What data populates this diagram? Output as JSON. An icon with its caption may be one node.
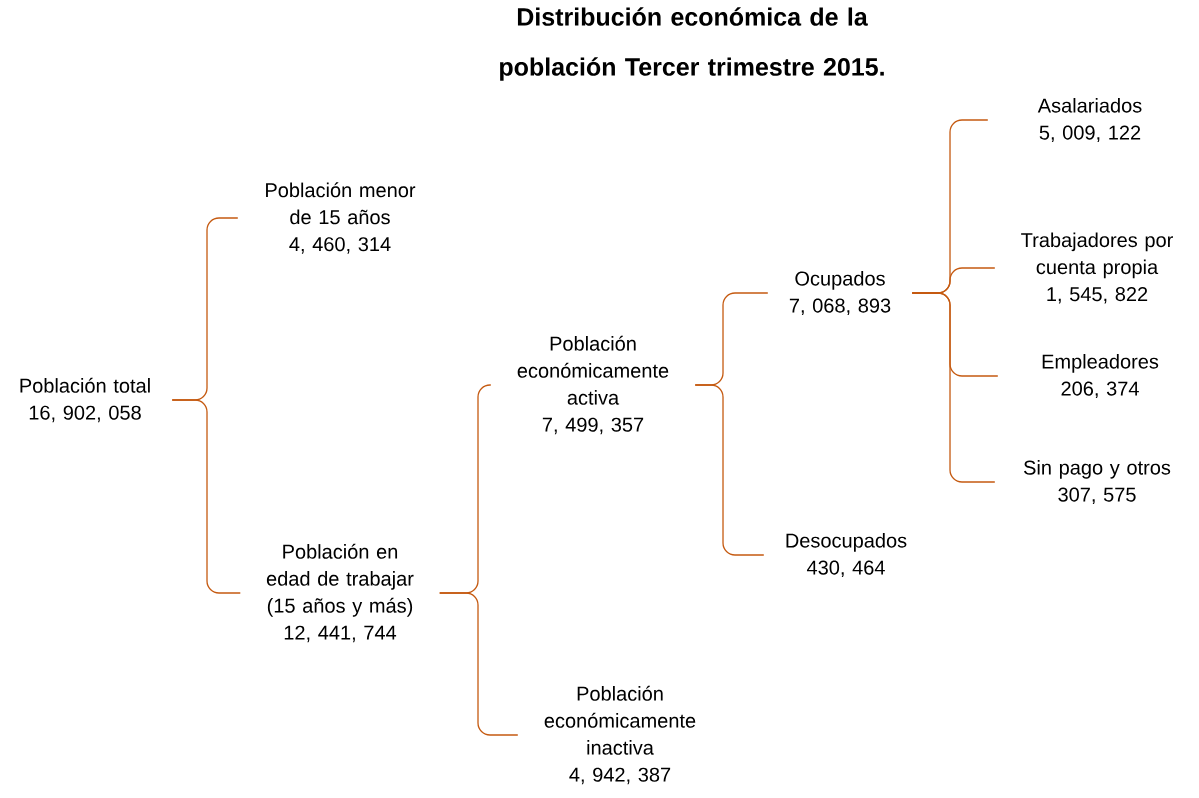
{
  "diagram": {
    "title": "Distribución económica de la población Tercer trimestre 2015.",
    "nodes": [
      {
        "text": [
          "Población total",
          "16, 902, 058"
        ]
      },
      {
        "text": [
          "Población menor de 15 años",
          "4, 460, 314"
        ]
      },
      {
        "text": [
          "Población en edad de trabajar (15 años y más)",
          "12, 441, 744"
        ]
      },
      {
        "text": [
          "Población económicamente activa",
          "7, 499, 357"
        ]
      },
      {
        "text": [
          "Población económicamente inactiva",
          "4, 942, 387"
        ]
      },
      {
        "text": [
          "Ocupados",
          "7, 068, 893"
        ]
      },
      {
        "text": [
          "Desocupados",
          "430, 464"
        ]
      },
      {
        "text": [
          "Asalariados",
          "5, 009, 122"
        ]
      },
      {
        "text": [
          "Trabajadores por cuenta propia",
          "1, 545, 822"
        ]
      },
      {
        "text": [
          "Empleadores",
          "206, 374"
        ]
      },
      {
        "text": [
          "Sin pago y otros",
          "307, 575"
        ]
      }
    ],
    "edges": [
      {
        "from": 0,
        "to": 1,
        "arrow": "none"
      },
      {
        "from": 0,
        "to": 2,
        "arrow": "none"
      },
      {
        "from": 2,
        "to": 3,
        "arrow": "none"
      },
      {
        "from": 2,
        "to": 4,
        "arrow": "none"
      },
      {
        "from": 3,
        "to": 5,
        "arrow": "none"
      },
      {
        "from": 3,
        "to": 6,
        "arrow": "none"
      },
      {
        "from": 5,
        "to": 7,
        "arrow": "none"
      },
      {
        "from": 5,
        "to": 8,
        "arrow": "none"
      },
      {
        "from": 5,
        "to": 9,
        "arrow": "none"
      },
      {
        "from": 5,
        "to": 10,
        "arrow": "none"
      }
    ]
  }
}
